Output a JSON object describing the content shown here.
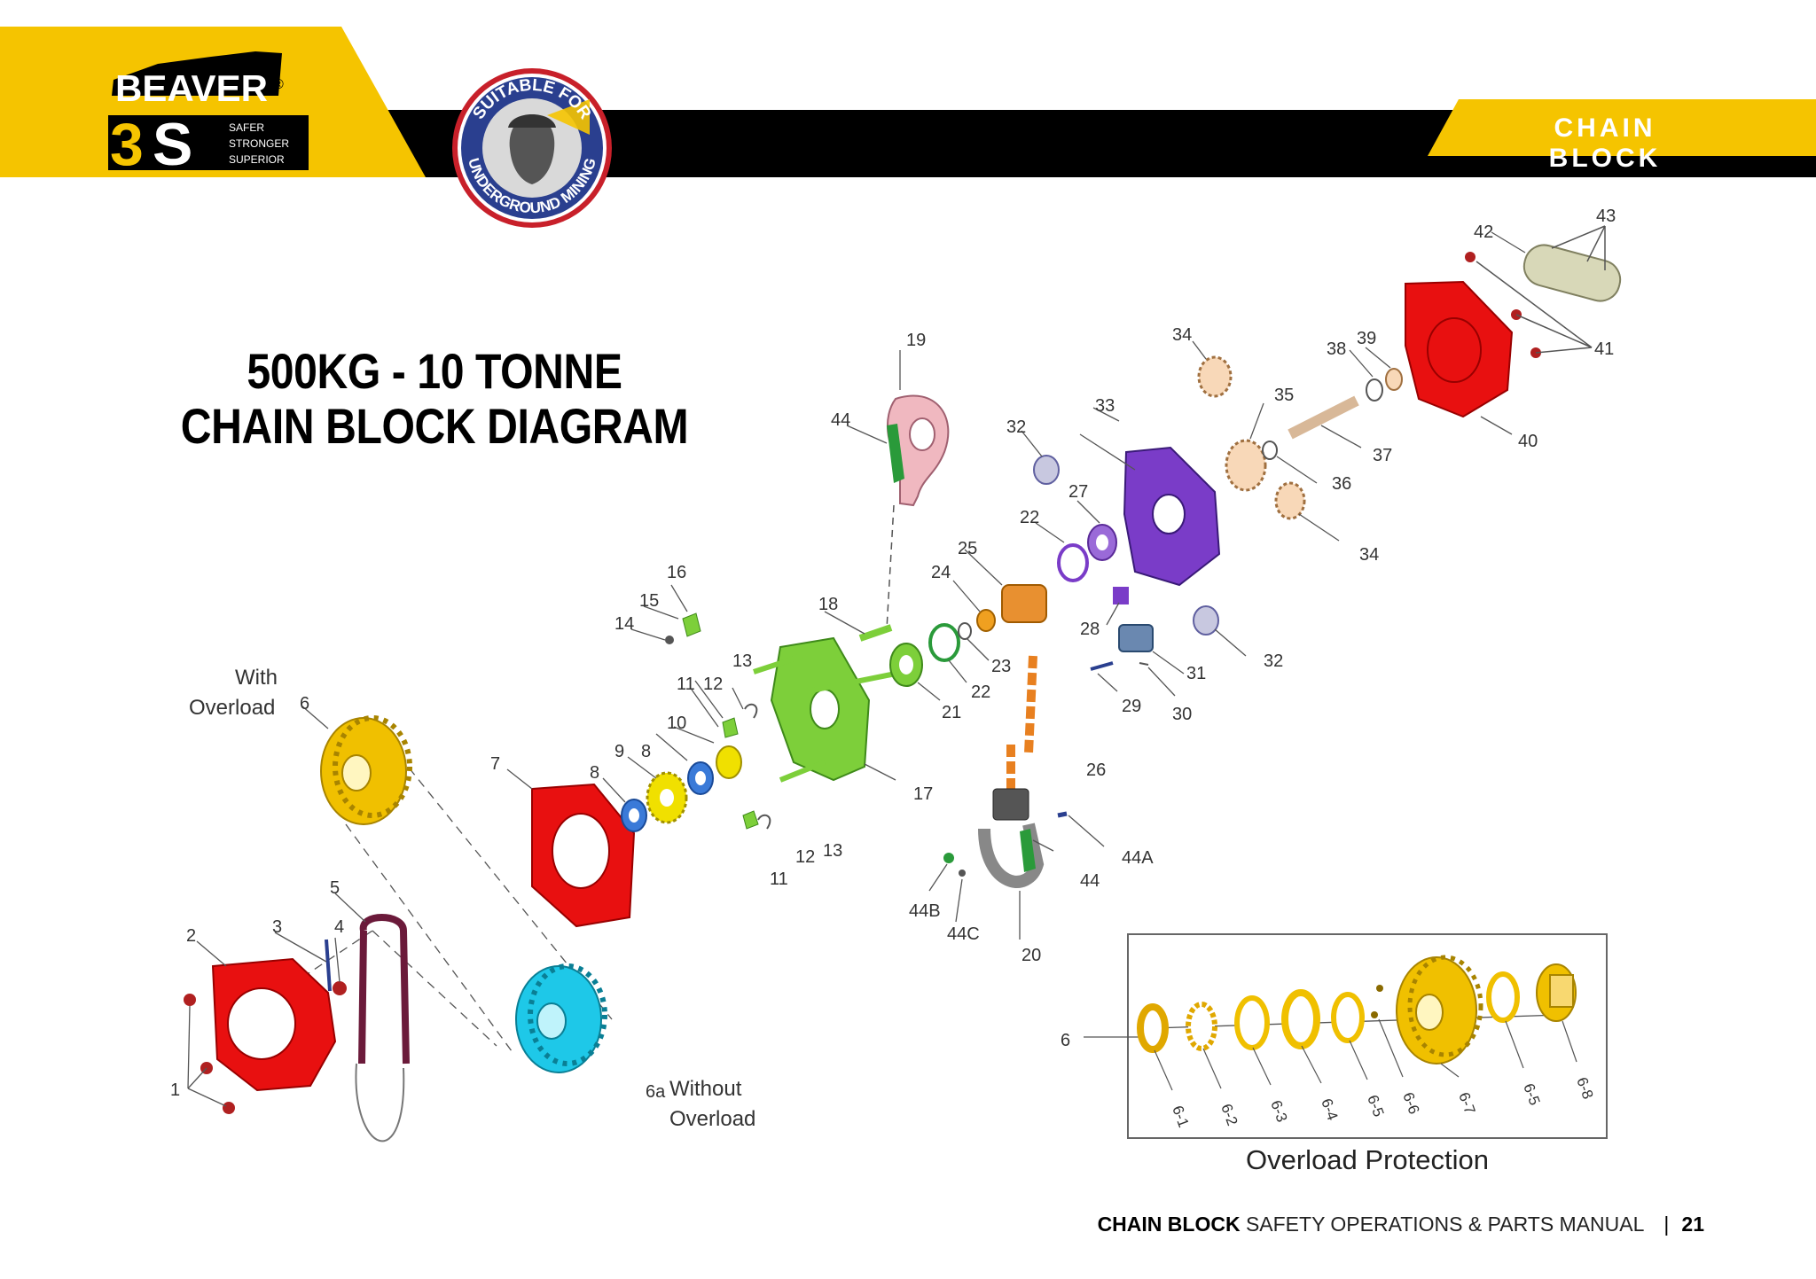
{
  "header": {
    "brand": "BEAVER",
    "registered": "®",
    "brand_3s": "3",
    "brand_s": "S",
    "tagline": [
      "SAFER",
      "STRONGER",
      "SUPERIOR"
    ],
    "badge_top": "SUITABLE FOR",
    "badge_bottom": "UNDERGROUND MINING",
    "section_title": "CHAIN BLOCK",
    "accent_color": "#f5c400",
    "bar_color": "#000000"
  },
  "page_title": {
    "line1": "500KG - 10 TONNE",
    "line2": "CHAIN BLOCK DIAGRAM"
  },
  "diagram": {
    "annotations": {
      "with_overload_1": "With",
      "with_overload_2": "Overload",
      "without_overload_1": "Without",
      "without_overload_2": "Overload"
    },
    "part_labels": [
      "1",
      "2",
      "3",
      "4",
      "5",
      "6",
      "6a",
      "7",
      "8",
      "8",
      "9",
      "10",
      "11",
      "11",
      "12",
      "12",
      "13",
      "13",
      "14",
      "15",
      "16",
      "17",
      "18",
      "19",
      "20",
      "21",
      "22",
      "22",
      "23",
      "24",
      "25",
      "26",
      "27",
      "28",
      "29",
      "30",
      "31",
      "32",
      "32",
      "33",
      "34",
      "34",
      "35",
      "36",
      "37",
      "38",
      "39",
      "40",
      "41",
      "42",
      "43",
      "44",
      "44",
      "44A",
      "44B",
      "44C"
    ],
    "overload_labels": [
      "6",
      "6-1",
      "6-2",
      "6-3",
      "6-4",
      "6-5",
      "6-6",
      "6-7",
      "6-5",
      "6-8"
    ],
    "overload_caption": "Overload Protection"
  },
  "footer": {
    "title_bold": "CHAIN BLOCK",
    "title_rest": " SAFETY OPERATIONS & PARTS MANUAL",
    "separator": "|",
    "page_number": "21"
  }
}
